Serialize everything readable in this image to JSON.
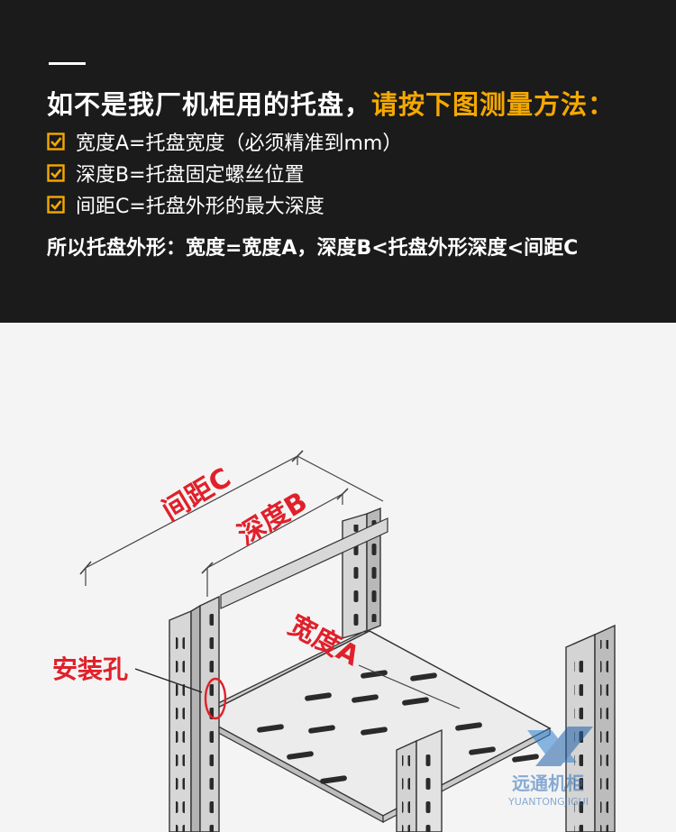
{
  "header": {
    "title_part1": "如不是我厂机柜用的托盘，",
    "title_part2": "请按下图测量方法：",
    "items": [
      {
        "text": "宽度A=托盘宽度（必须精准到mm）"
      },
      {
        "text": "深度B=托盘固定螺丝位置"
      },
      {
        "text": "间距C=托盘外形的最大深度"
      }
    ],
    "summary": "所以托盘外形：宽度=宽度A，深度B<托盘外形深度<间距C"
  },
  "diagram": {
    "label_c": "间距C",
    "label_b": "深度B",
    "label_a": "宽度A",
    "label_hole": "安装孔",
    "watermark_cn": "远通机柜",
    "watermark_en": "YUANTONGJIGUI"
  },
  "colors": {
    "header_bg": "#1b1b1b",
    "accent": "#f5a800",
    "label_red": "#e0202a",
    "diagram_bg": "#f4f4f4"
  }
}
